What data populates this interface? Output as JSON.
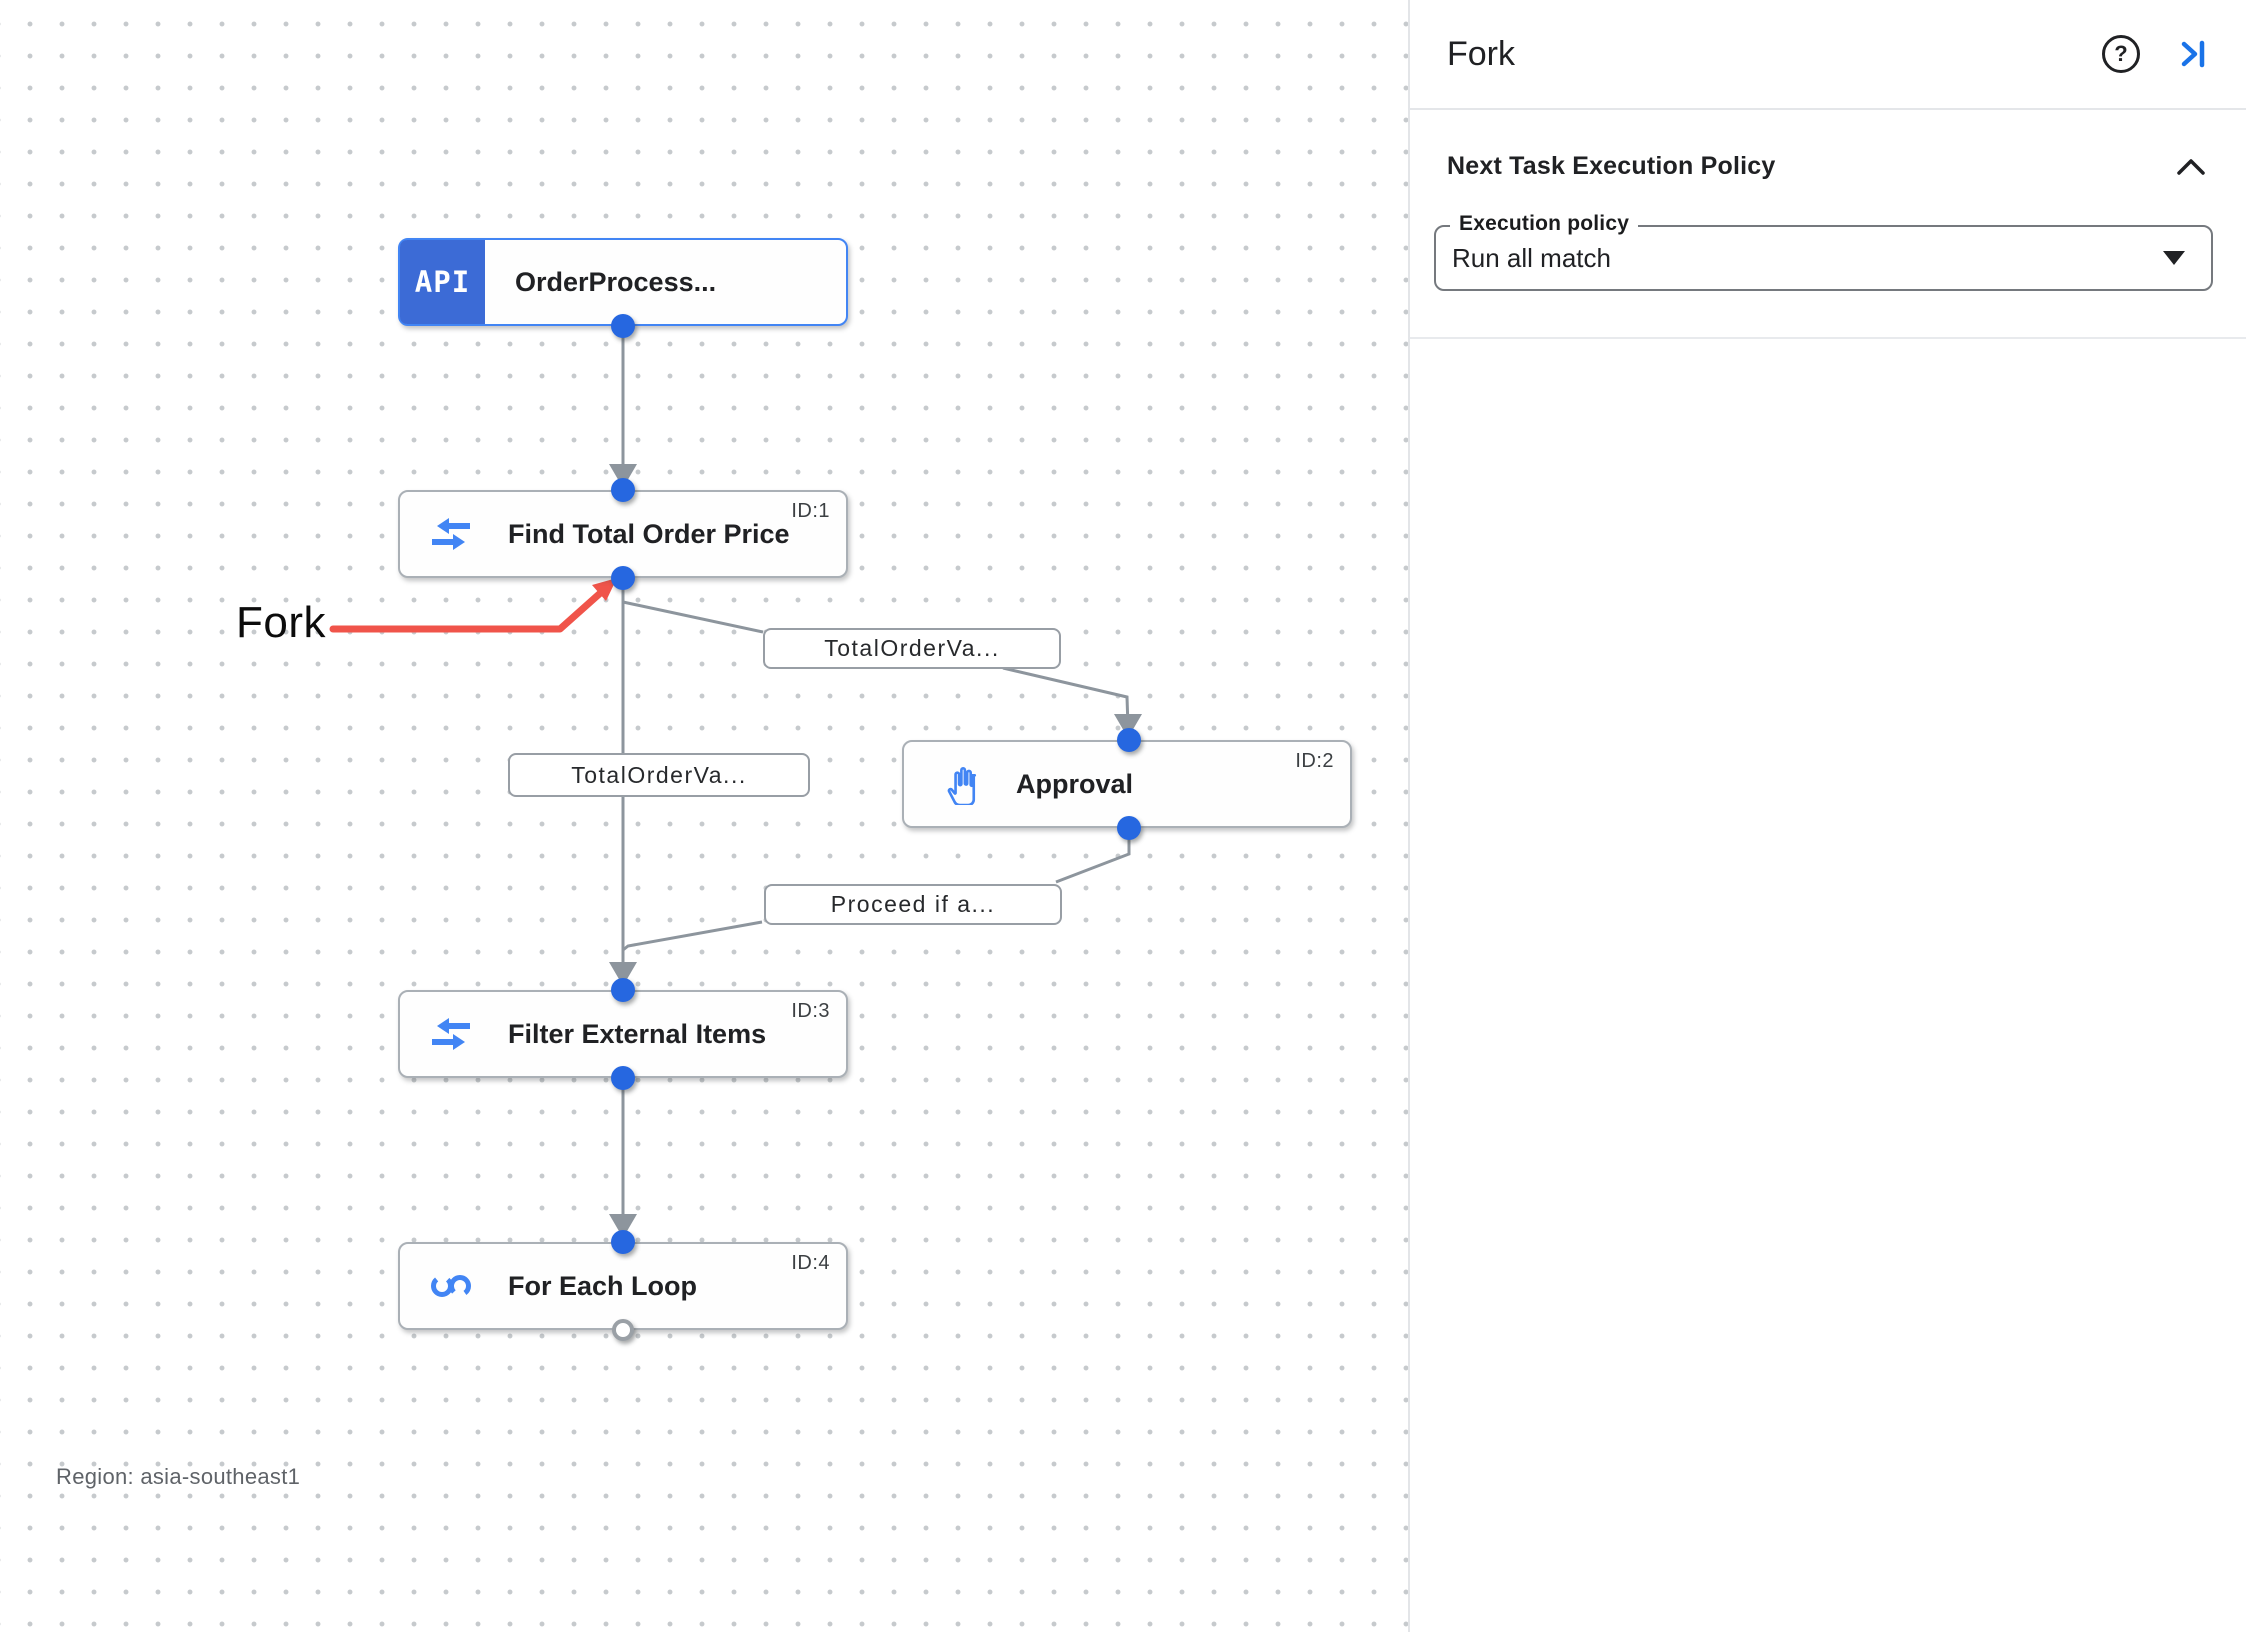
{
  "canvas": {
    "region_label": "Region: asia-southeast1",
    "fork_annotation": "Fork",
    "nodes": [
      {
        "title": "OrderProcess...",
        "badge": "API",
        "id_label": ""
      },
      {
        "title": "Find Total Order Price",
        "id_label": "ID:1"
      },
      {
        "title": "Approval",
        "id_label": "ID:2"
      },
      {
        "title": "Filter External Items",
        "id_label": "ID:3"
      },
      {
        "title": "For Each Loop",
        "id_label": "ID:4"
      }
    ],
    "edge_labels": [
      "TotalOrderVa...",
      "TotalOrderVa...",
      "Proceed if a..."
    ]
  },
  "panel": {
    "title": "Fork",
    "help_glyph": "?",
    "section_title": "Next Task Execution Policy",
    "field_label": "Execution policy",
    "field_value": "Run all match"
  },
  "colors": {
    "accent_blue": "#1a73e8",
    "icon_blue": "#4285f4",
    "trigger_blue": "#3c6bd6",
    "edge_gray": "#8d959d",
    "annotation_red": "#f0544a",
    "port_blue": "#2667e0"
  }
}
